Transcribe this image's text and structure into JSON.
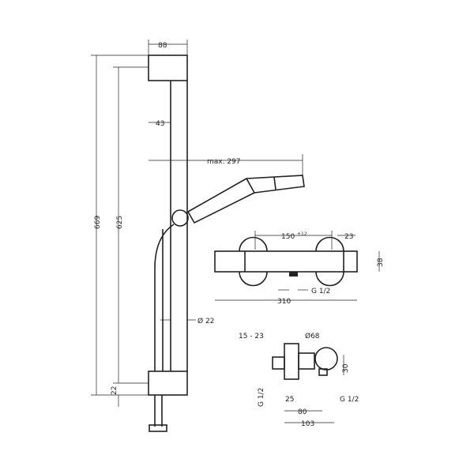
{
  "shower_rail": {
    "width": "88",
    "offset": "43",
    "reach": "max. 297",
    "height_rail": "625",
    "height_total": "669",
    "bottom": "22",
    "diameter": "Ø 22"
  },
  "thermostat_front": {
    "spacing": "150",
    "tolerance": "±12",
    "side": "23",
    "depth": "38",
    "thread": "G 1/2",
    "width": "310"
  },
  "thermostat_side": {
    "offset": "15 - 23",
    "diameter": "Ø68",
    "height": "30",
    "thread_left": "G 1/2",
    "thread_right": "G 1/2",
    "d25": "25",
    "d80": "80",
    "d103": "103"
  }
}
